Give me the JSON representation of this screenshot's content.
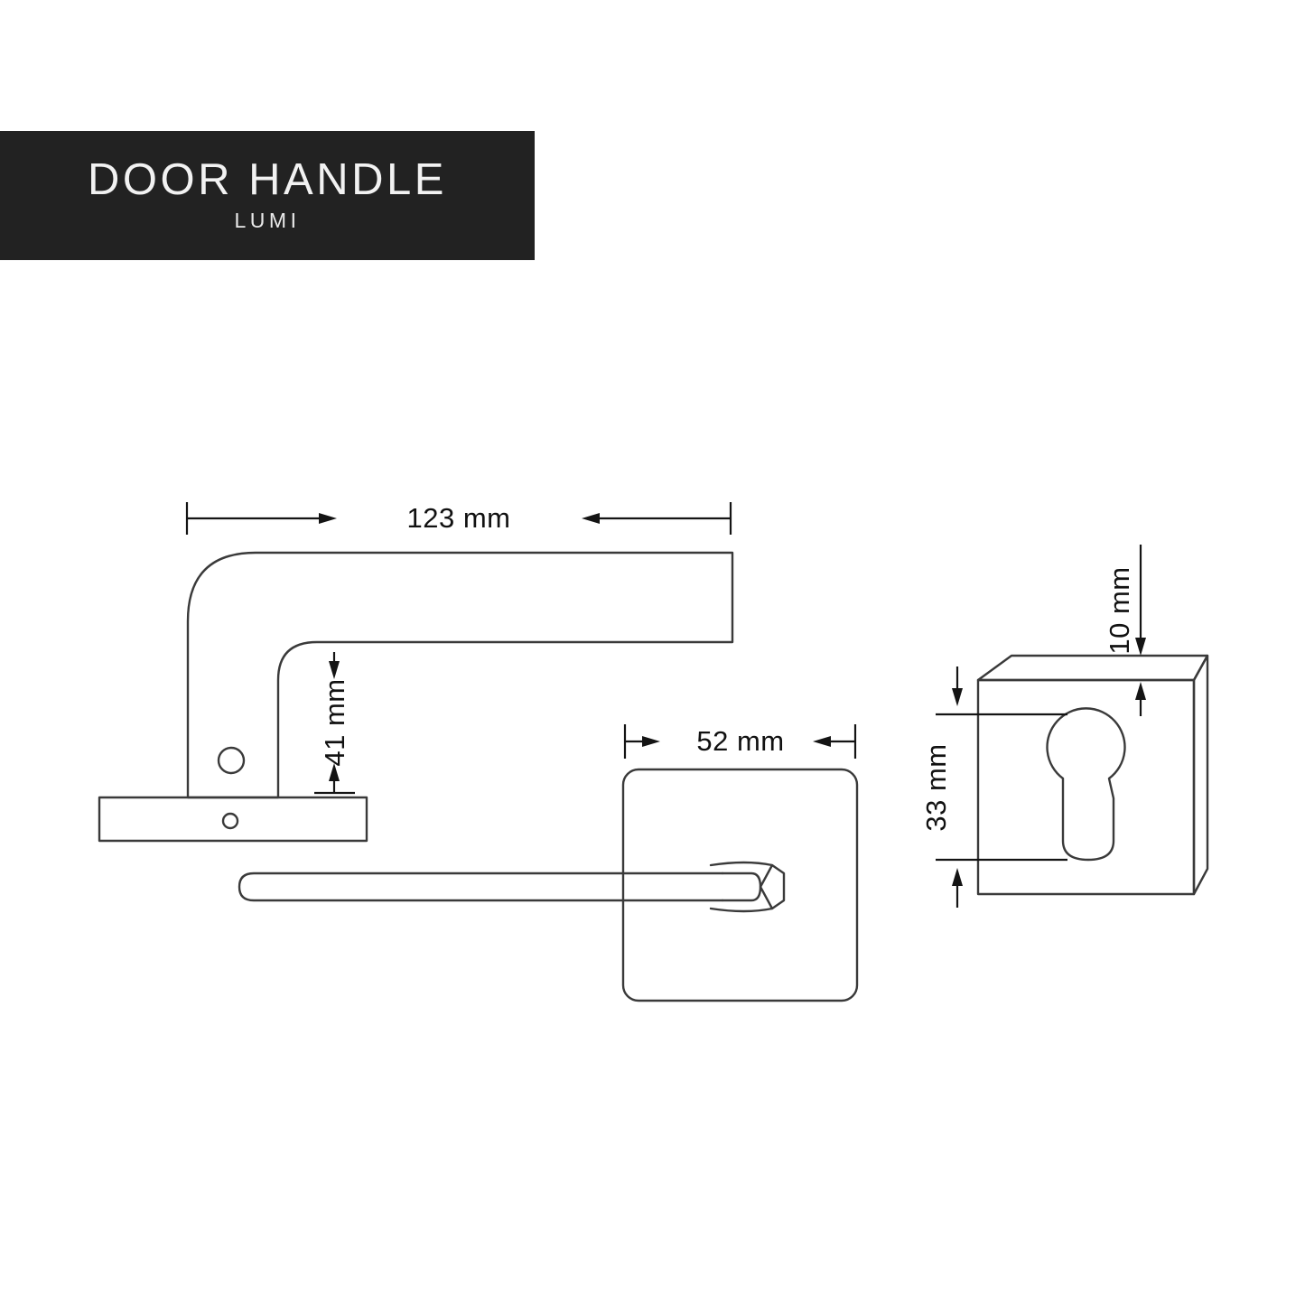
{
  "sheet": {
    "background_color": "#ffffff",
    "line_color": "#3a3a3a",
    "dimension_color": "#141414"
  },
  "title_block": {
    "background_color": "#222222",
    "text_color": "#f2f2f2",
    "product": "DOOR HANDLE",
    "model": "LUMI"
  },
  "dimensions": {
    "handle_length": "123 mm",
    "handle_projection": "41 mm",
    "rose_width": "52 mm",
    "escutcheon_thickness": "10 mm",
    "escutcheon_keyhole_height": "33 mm"
  },
  "views": {
    "side_view": {
      "name": "handle-side-view",
      "dimension_labels": [
        "123 mm",
        "41 mm"
      ]
    },
    "top_view": {
      "name": "handle-top-view",
      "dimension_labels": [
        "52 mm"
      ]
    },
    "escutcheon_view": {
      "name": "escutcheon-iso-view",
      "dimension_labels": [
        "10 mm",
        "33 mm"
      ]
    }
  }
}
